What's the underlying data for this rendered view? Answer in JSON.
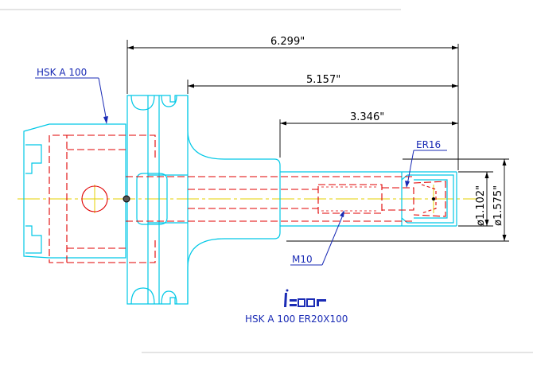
{
  "labels": {
    "holder_type": "HSK A 100",
    "collet": "ER16",
    "thread": "M10",
    "part_number": "HSK A 100 ER20X100"
  },
  "dimensions": {
    "overall_length": "6.299\"",
    "shank_length": "5.157\"",
    "reach_length": "3.346\"",
    "bore_diameter": "ø1.102\"",
    "nose_diameter": "ø1.575\""
  },
  "logo": {
    "brand": "iscar"
  },
  "colors": {
    "outline": "#00c8e6",
    "hidden": "#e00000",
    "center": "#e6d200",
    "dimension": "#000000",
    "callout": "#1a2bb5"
  }
}
